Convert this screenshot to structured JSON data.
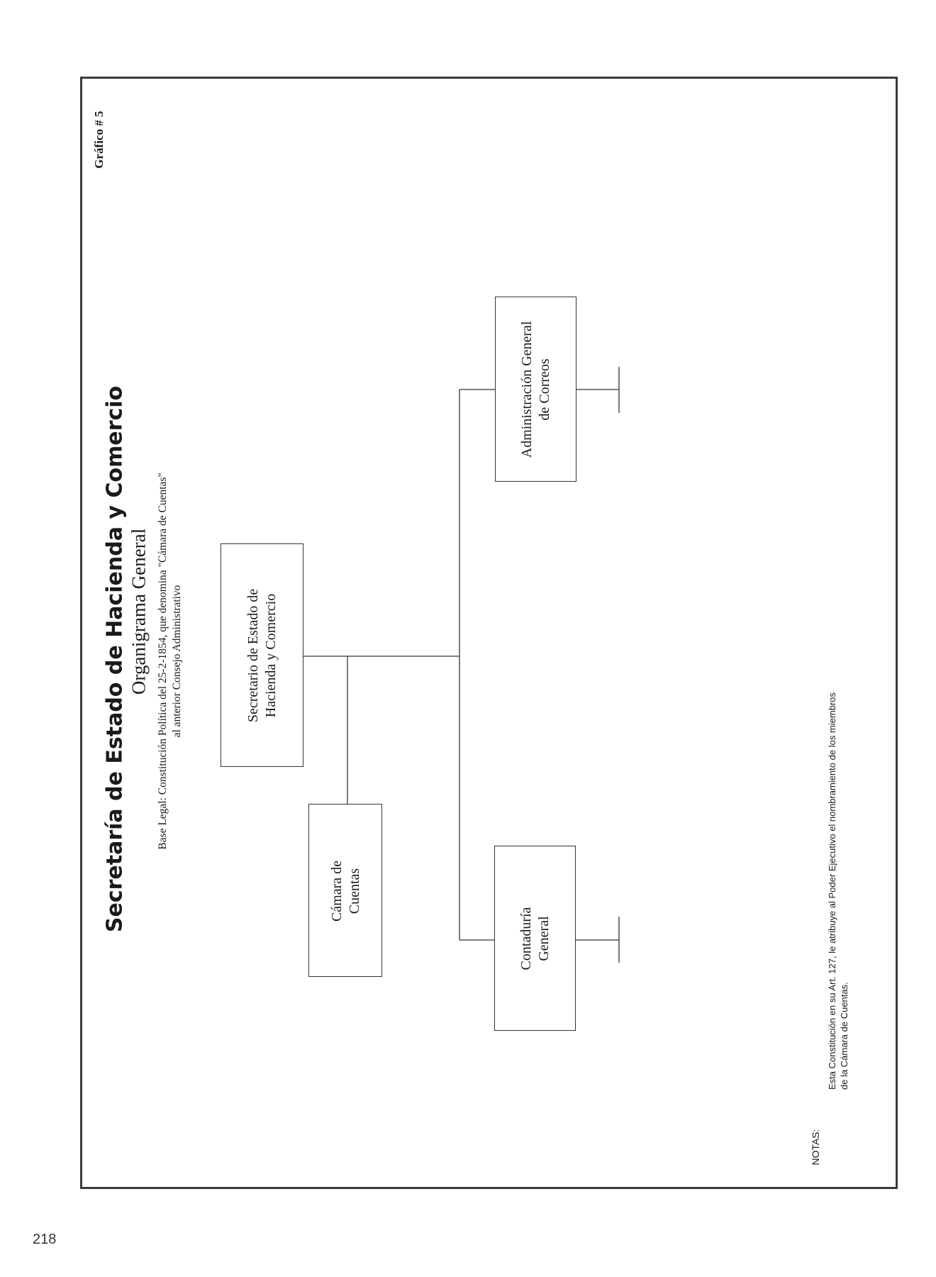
{
  "header": {
    "title": "Secretaría de Estado de Hacienda y Comercio",
    "subtitle": "Organigrama General",
    "base_legal_line1": "Base Legal: Constitución Política del 25-2-1854, que denomina \"Cámara de Cuentas\"",
    "base_legal_line2": "al anterior Consejo Administrativo",
    "graphic_label": "Gráfico # 5"
  },
  "nodes": {
    "secretario": {
      "line1": "Secretario de Estado de",
      "line2": "Hacienda y Comercio"
    },
    "camara": {
      "line1": "Cámara de",
      "line2": "Cuentas"
    },
    "contaduria": {
      "line1": "Contaduría",
      "line2": "General"
    },
    "correos": {
      "line1": "Administración General",
      "line2": "de Correos"
    }
  },
  "notes": {
    "label": "NOTAS:",
    "line1": "Esta Constitución en su Art. 127, le atribuye al Poder Ejecutivo el nombramiento de los miembros",
    "line2": "de la Cámara de Cuentas."
  },
  "page_number": "218"
}
